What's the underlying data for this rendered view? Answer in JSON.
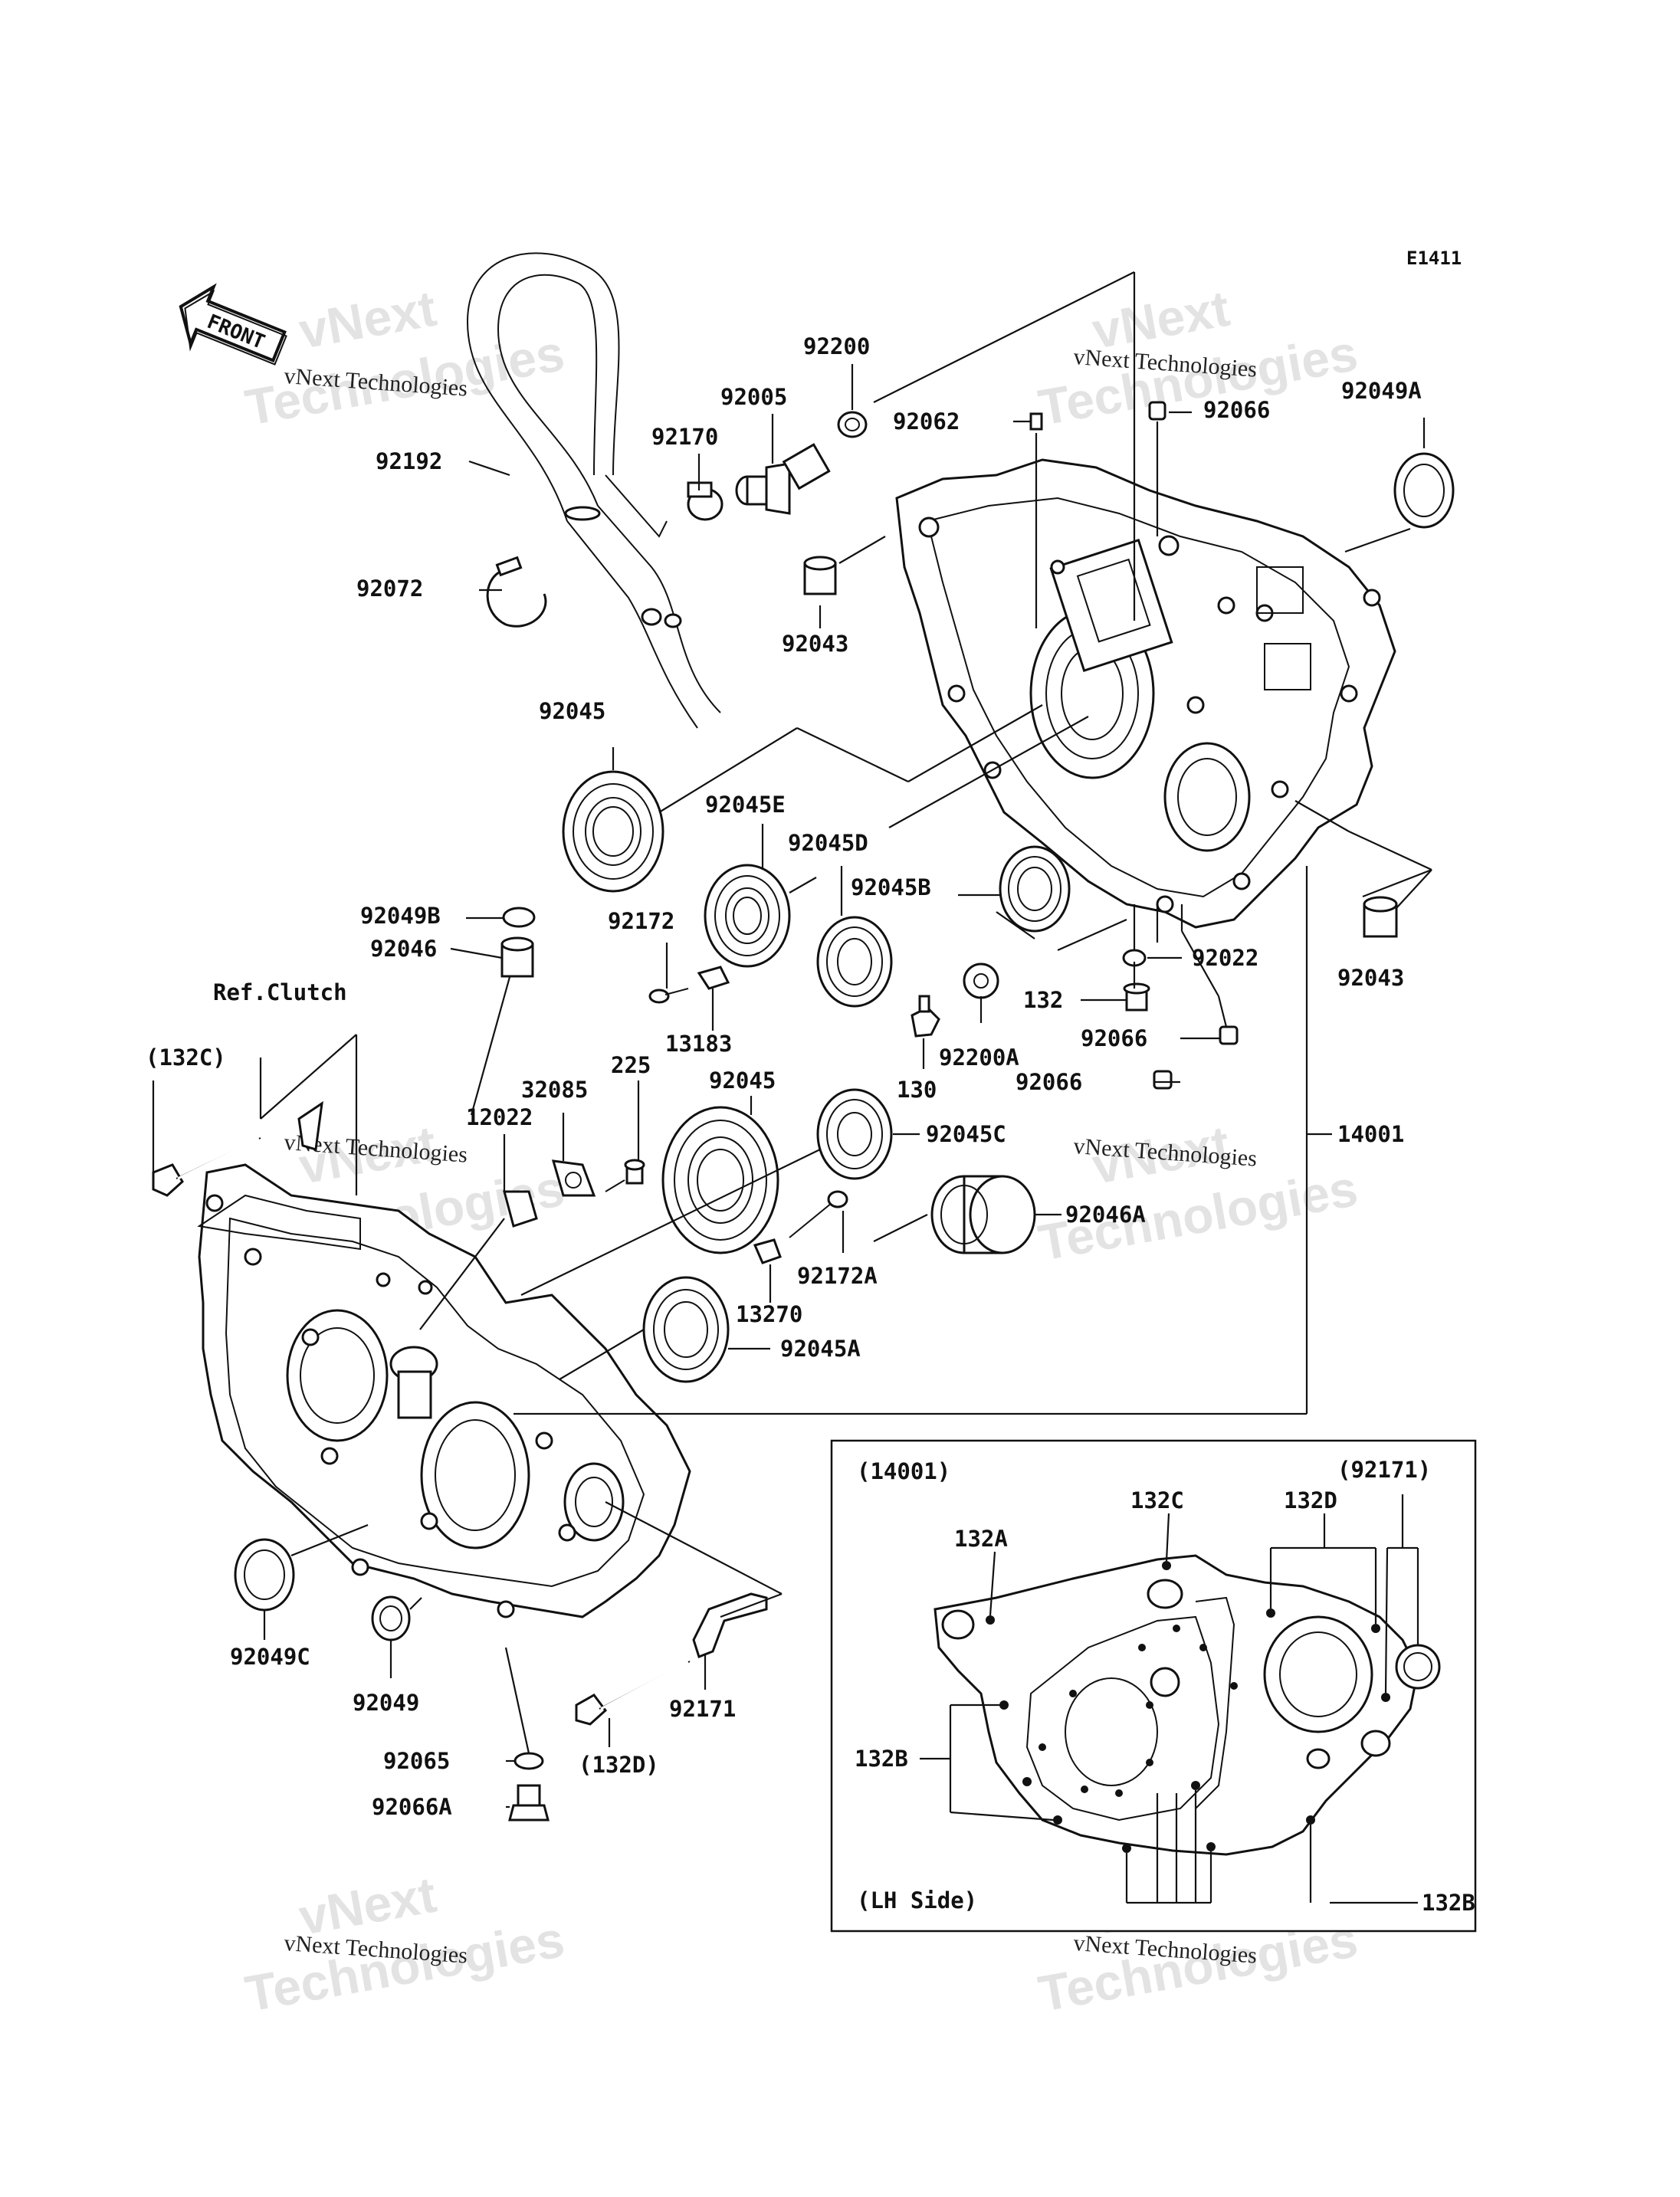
{
  "diagram_id": "E1411",
  "front_arrow": "FRONT",
  "watermark": {
    "brand": "vNext",
    "company": "vNext Technologies",
    "word": "Technologies"
  },
  "labels": {
    "92192": "92192",
    "92072": "92072",
    "92170": "92170",
    "92005": "92005",
    "92200": "92200",
    "92043_top": "92043",
    "92062": "92062",
    "92066_top": "92066",
    "92049A": "92049A",
    "92045_top": "92045",
    "92045E": "92045E",
    "92045D": "92045D",
    "92045B": "92045B",
    "92043_right": "92043",
    "92022": "92022",
    "92200A": "92200A",
    "132": "132",
    "130": "130",
    "92066_mid": "92066",
    "92066_low": "92066",
    "92049B": "92049B",
    "92046": "92046",
    "92172": "92172",
    "13183": "13183",
    "ref_clutch": "Ref.Clutch",
    "132C_left": "(132C)",
    "225": "225",
    "32085": "32085",
    "92045_mid": "92045",
    "12022": "12022",
    "92045C": "92045C",
    "14001": "14001",
    "92046A": "92046A",
    "92172A": "92172A",
    "13270": "13270",
    "92045A": "92045A",
    "92049C": "92049C",
    "92049": "92049",
    "92065": "92065",
    "92066A": "92066A",
    "132D_left": "(132D)",
    "92171": "92171"
  },
  "inset": {
    "title": "(14001)",
    "side": "(LH Side)",
    "labels": {
      "132A": "132A",
      "132C": "132C",
      "132D": "132D",
      "92171": "(92171)",
      "132B_left": "132B",
      "132B_right": "132B"
    }
  }
}
